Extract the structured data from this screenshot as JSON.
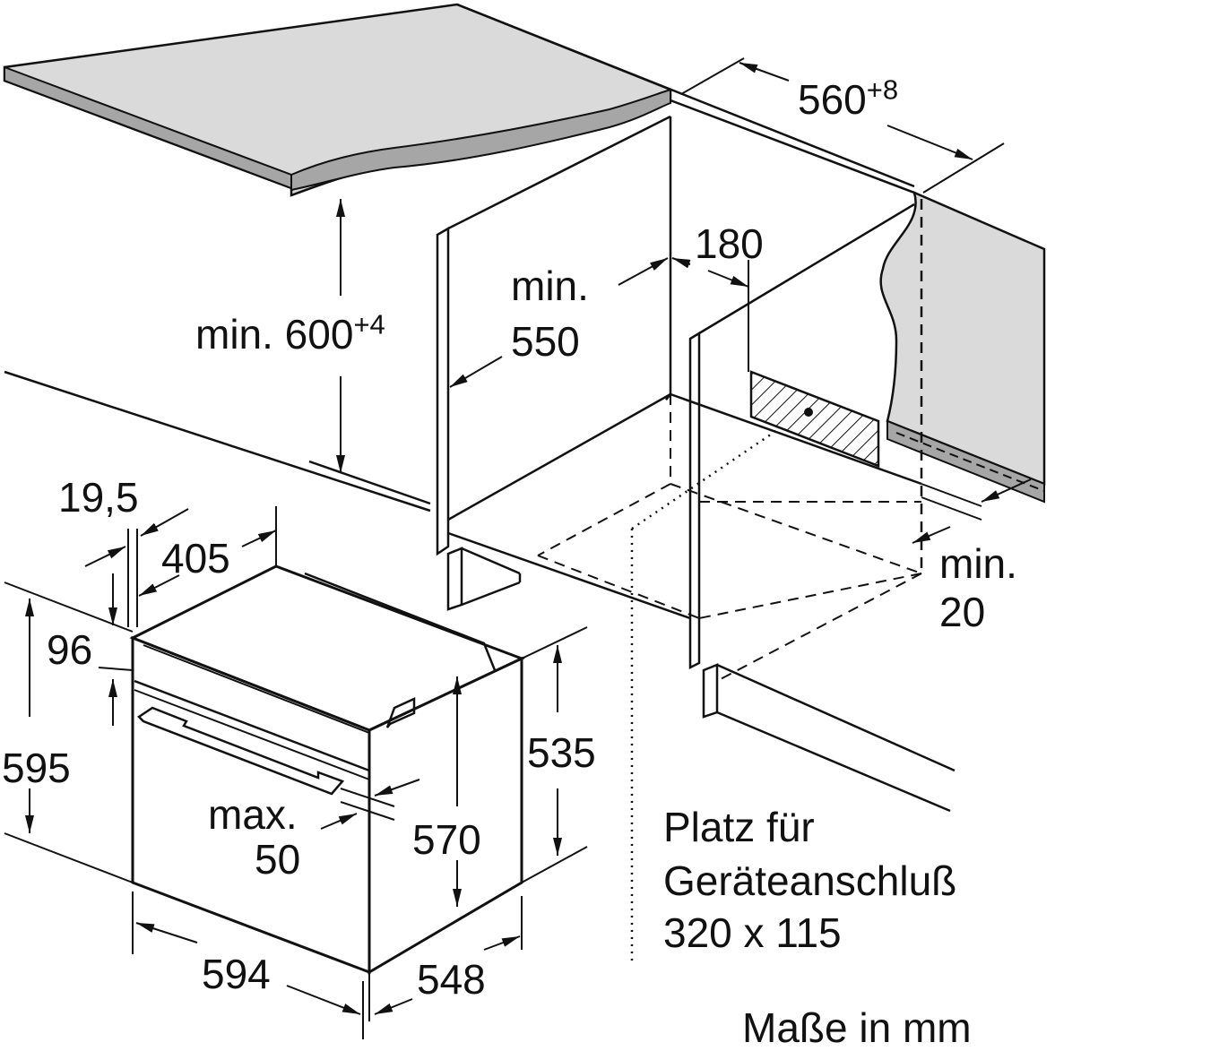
{
  "dimensions": {
    "niche_width": "560",
    "niche_width_tol": "+8",
    "niche_height": "min. 600",
    "niche_height_tol": "+4",
    "niche_depth_min": "min.",
    "niche_depth_value": "550",
    "rear_gap": "180",
    "side_gap_min": "min.",
    "side_gap_value": "20",
    "front_panel": "19,5",
    "top_depth": "405",
    "top_offset": "96",
    "oven_height": "595",
    "body_height_front": "570",
    "body_height_rear": "535",
    "handle_max": "max.",
    "handle_value": "50",
    "oven_width": "594",
    "oven_depth": "548"
  },
  "notes": {
    "connection_line1": "Platz für",
    "connection_line2": "Geräteanschluß",
    "connection_line3": "320 x 115",
    "units": "Maße in mm"
  },
  "colors": {
    "line": "#111111",
    "counter_fill": "#d9d9d9",
    "counter_edge": "#a6a6a6"
  }
}
